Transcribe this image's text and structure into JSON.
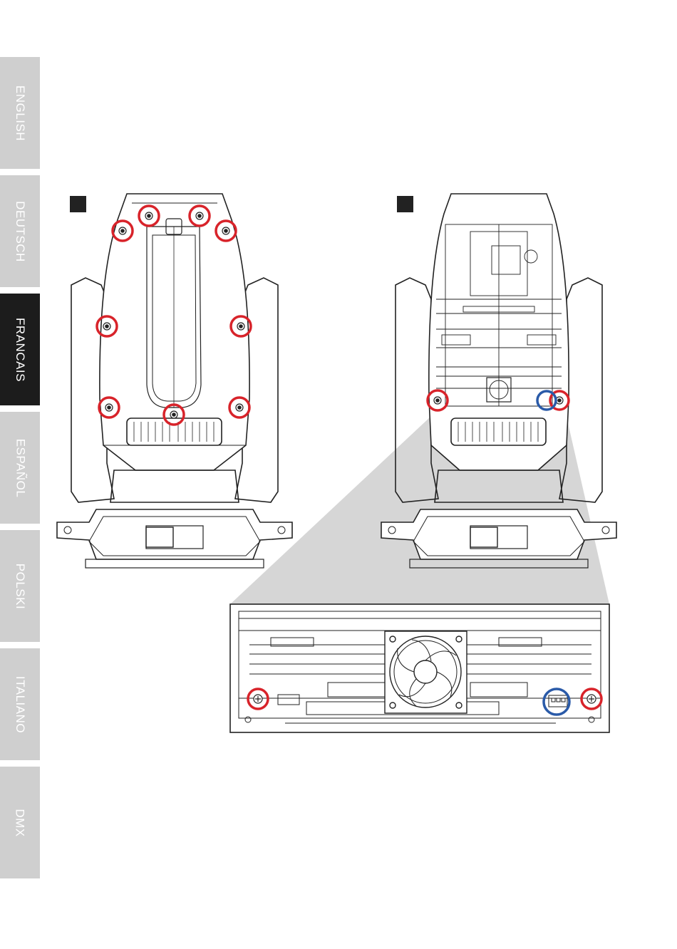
{
  "sidebar": {
    "tabs": [
      {
        "label": "ENGLISH",
        "active": false
      },
      {
        "label": "DEUTSCH",
        "active": false
      },
      {
        "label": "FRANCAIS",
        "active": true
      },
      {
        "label": "ESPAÑOL",
        "active": false
      },
      {
        "label": "POLSKI",
        "active": false
      },
      {
        "label": "ITALIANO",
        "active": false
      },
      {
        "label": "DMX",
        "active": false
      }
    ]
  },
  "colors": {
    "active_tab": "#1c1c1c",
    "inactive_tab": "#cfcfcf",
    "screw_marker": "#d8232a",
    "connector_marker": "#2a5aa8",
    "zoom_wedge": "#d6d6d6"
  },
  "figures": {
    "step_markers": [
      "step-1-square",
      "step-2-square"
    ],
    "icons": [
      "moving-head-back-view",
      "moving-head-open-view",
      "detail-zoom-view",
      "fan-icon"
    ]
  }
}
